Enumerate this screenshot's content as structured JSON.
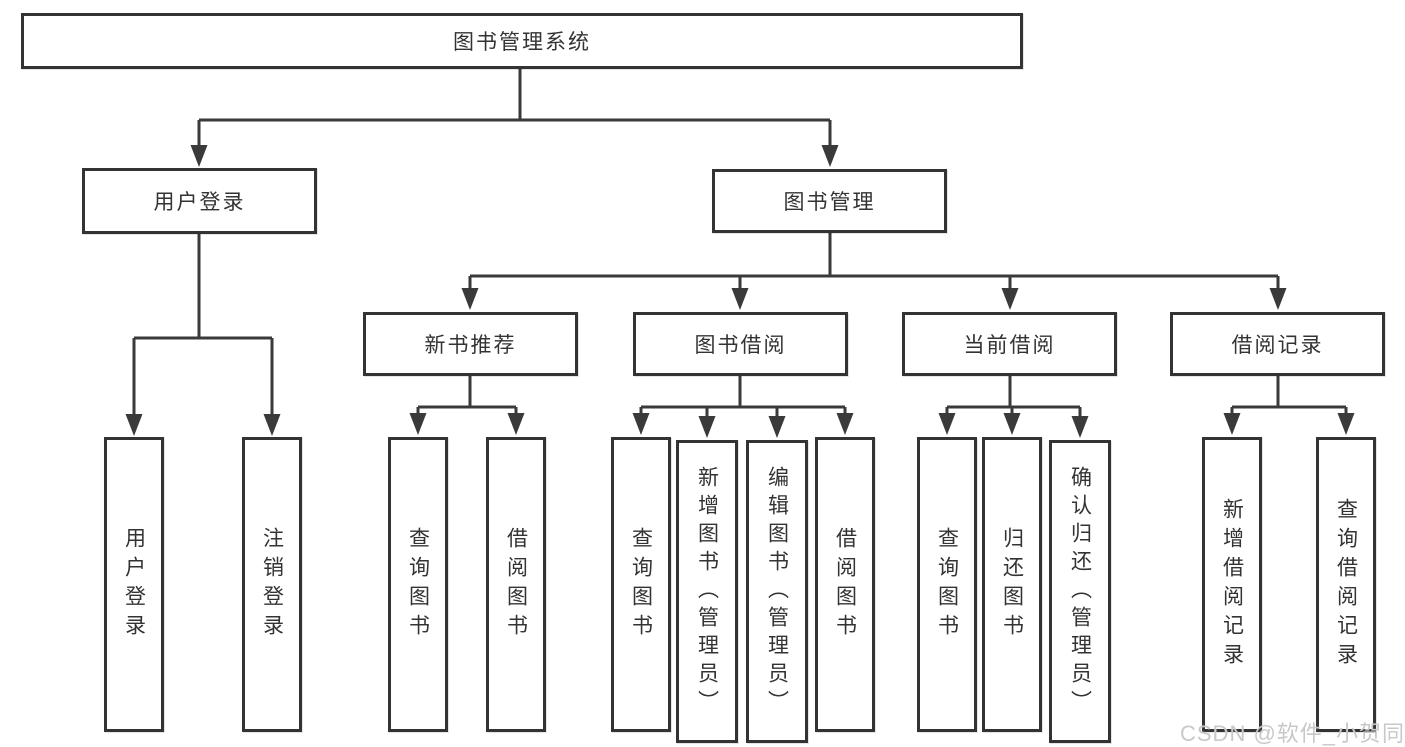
{
  "colors": {
    "line": "#3a3a3a",
    "text": "#333333",
    "box_fill": "#ffffff",
    "watermark": "#c8c8c8"
  },
  "watermark": "CSDN @软件_小贺同学",
  "tree": {
    "label": "图书管理系统",
    "children": [
      {
        "label": "用户登录",
        "children": [
          {
            "label": "用户登录"
          },
          {
            "label": "注销登录"
          }
        ]
      },
      {
        "label": "图书管理",
        "children": [
          {
            "label": "新书推荐",
            "children": [
              {
                "label": "查询图书"
              },
              {
                "label": "借阅图书"
              }
            ]
          },
          {
            "label": "图书借阅",
            "children": [
              {
                "label": "查询图书"
              },
              {
                "label": "新增图书（管理员）"
              },
              {
                "label": "编辑图书（管理员）"
              },
              {
                "label": "借阅图书"
              }
            ]
          },
          {
            "label": "当前借阅",
            "children": [
              {
                "label": "查询图书"
              },
              {
                "label": "归还图书"
              },
              {
                "label": "确认归还（管理员）"
              }
            ]
          },
          {
            "label": "借阅记录",
            "children": [
              {
                "label": "新增借阅记录"
              },
              {
                "label": "查询借阅记录"
              }
            ]
          }
        ]
      }
    ]
  }
}
